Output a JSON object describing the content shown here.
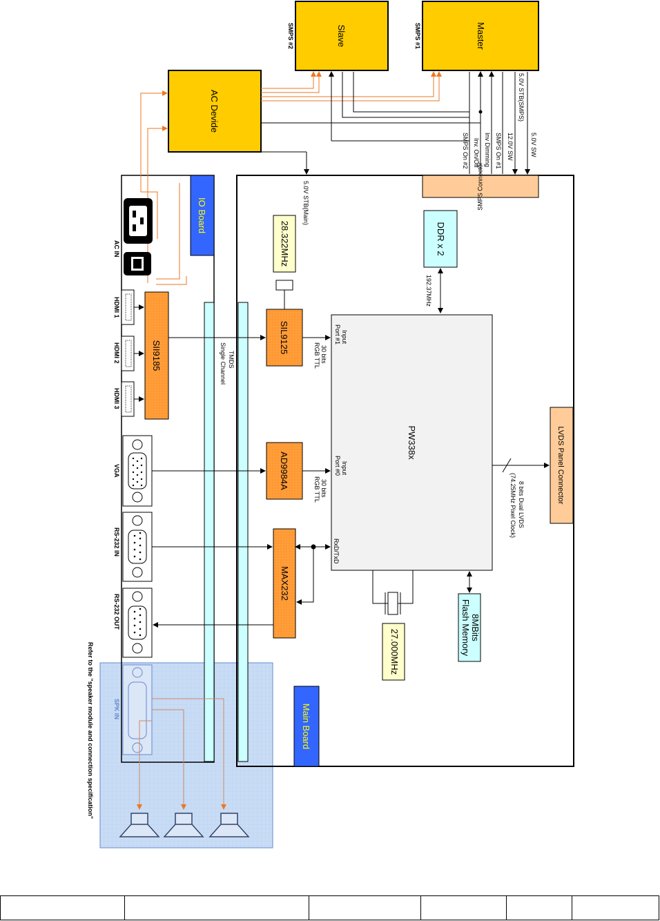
{
  "blocks": {
    "slave": "Slave",
    "master": "Master",
    "smps2": "SMPS #2",
    "smps1": "SMPS #1",
    "ac_devide": "AC Devide",
    "io_board": "IO Board",
    "main_board": "Main Board",
    "smps_connector": "SMPS Connector",
    "ddr": "DDR x 2",
    "osc_28": "28.322MHz",
    "sil9125": "SIL9125",
    "sii9185": "SII9185",
    "ad9984a": "AD9984A",
    "max232": "MAX232",
    "pw338x": "PW338x",
    "osc_27": "27.000MHz",
    "flash": "8MBits\nFlash Memory",
    "lvds": "LVDS Panel Connector"
  },
  "signals": {
    "stb_smps": "5.0V STB(SMPS)",
    "sw_5v": "5.0V SW",
    "sw_12v": "12.0V SW",
    "smps_on1": "SMPS On #1",
    "inv_dimming": "Inv Dimming",
    "inv_onoff": "Inv. On/Off",
    "smps_on2": "SMPS On #2",
    "stb_main": "5.0V STB(Main)",
    "clk_192": "192.37MHz",
    "tmds": "TMDS\nSingle Channel",
    "bits_30_a": "30 bits\nRGB TTL",
    "bits_30_b": "30 bits\nRGB TTL",
    "port1": "Input\nPort #1",
    "port0": "Input\nPort #0",
    "rxdtxd": "RxD/TxD",
    "lvds_out": "8 bits Dual LVDS\n(74.25MHz Pixel Clock)"
  },
  "connectors": {
    "ac_in": "AC IN",
    "hdmi1": "HDMI 1",
    "hdmi2": "HDMI 2",
    "hdmi3": "HDMI 3",
    "vga": "VGA",
    "rs232_in": "RS-232 IN",
    "rs232_out": "RS-232 OUT",
    "spk_in": "SPK IN"
  },
  "note": "Refer to the \"speaker module and connection specification\"",
  "colors": {
    "psu": "#ffcc00",
    "chip": "#ff9933",
    "board_label": "#3366ff",
    "board_text": "#ffff00",
    "memory": "#ccffff",
    "osc": "#ffffcc",
    "connector": "#ffcc99",
    "bus": "#ccffff",
    "speaker_area": "#c8dcf5",
    "ac_wire": "#ee7722"
  }
}
